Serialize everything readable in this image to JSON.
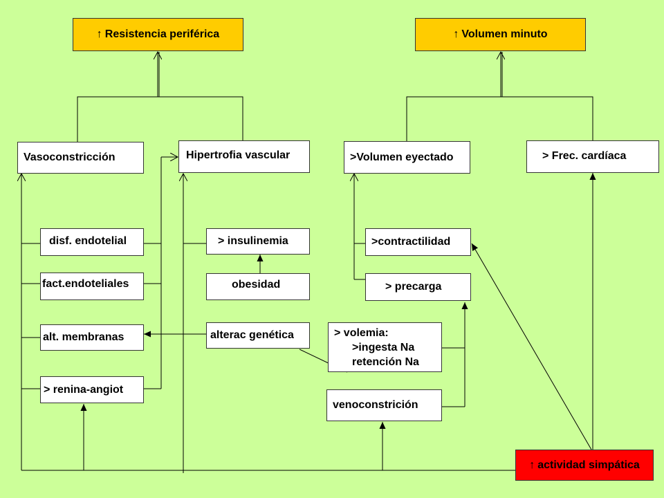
{
  "up_arrow": "↑",
  "nodes": {
    "resistencia": "Resistencia periférica",
    "volumen_minuto": "Volumen minuto",
    "vasoconstriccion": "Vasoconstricción",
    "hipertrofia": "Hipertrofia vascular",
    "volumen_eyectado": ">Volumen eyectado",
    "frec_cardiaca": "> Frec. cardíaca",
    "disf_endotelial": "disf. endotelial",
    "insulinemia": "> insulinemia",
    "contractilidad": ">contractilidad",
    "fact_endoteliales": "fact.endoteliales",
    "obesidad": "obesidad",
    "precarga": "> precarga",
    "alt_membranas": "alt. membranas",
    "alterac_genetica": "alterac genética",
    "volemia_l1": "> volemia:",
    "volemia_l2": ">ingesta Na",
    "volemia_l3": "retención Na",
    "renina": "> renina-angiot",
    "venoconstricion": "venoconstrición",
    "actividad_simpatica": "actividad simpática"
  },
  "colors": {
    "background": "#ccff99",
    "top_box": "#ffcc00",
    "sympathetic_box": "#ff0000",
    "lines": "#000000"
  }
}
